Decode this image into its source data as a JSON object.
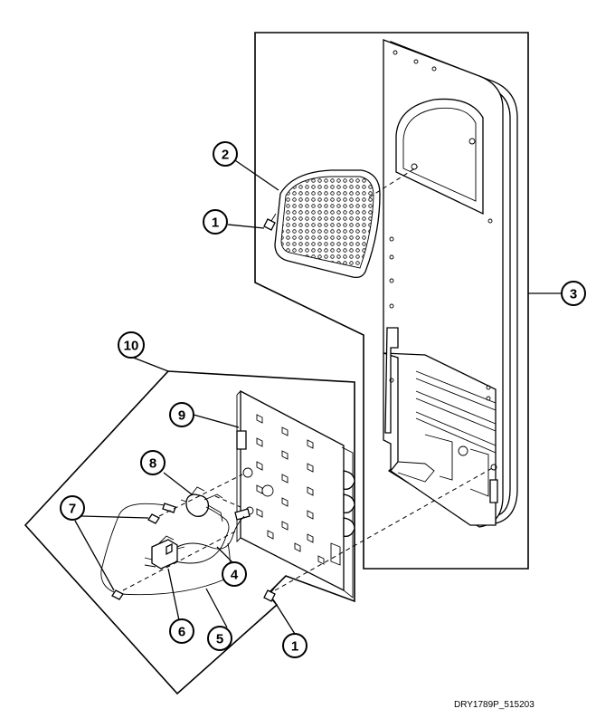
{
  "figure": {
    "drawing_code": "DRY1789P_515203"
  },
  "callouts": [
    {
      "id": "callout-1-screw-upper",
      "label": "1"
    },
    {
      "id": "callout-2-lint-filter",
      "label": "2"
    },
    {
      "id": "callout-3-rear-panel",
      "label": "3"
    },
    {
      "id": "callout-4",
      "label": "4"
    },
    {
      "id": "callout-5-harness",
      "label": "5"
    },
    {
      "id": "callout-6-thermostat",
      "label": "6"
    },
    {
      "id": "callout-7-screws",
      "label": "7"
    },
    {
      "id": "callout-8-thermostat",
      "label": "8"
    },
    {
      "id": "callout-9-heater-box",
      "label": "9"
    },
    {
      "id": "callout-10-assembly",
      "label": "10"
    },
    {
      "id": "callout-1-screw-lower",
      "label": "1"
    }
  ],
  "colors": {
    "line": "#000000",
    "background": "#ffffff"
  }
}
